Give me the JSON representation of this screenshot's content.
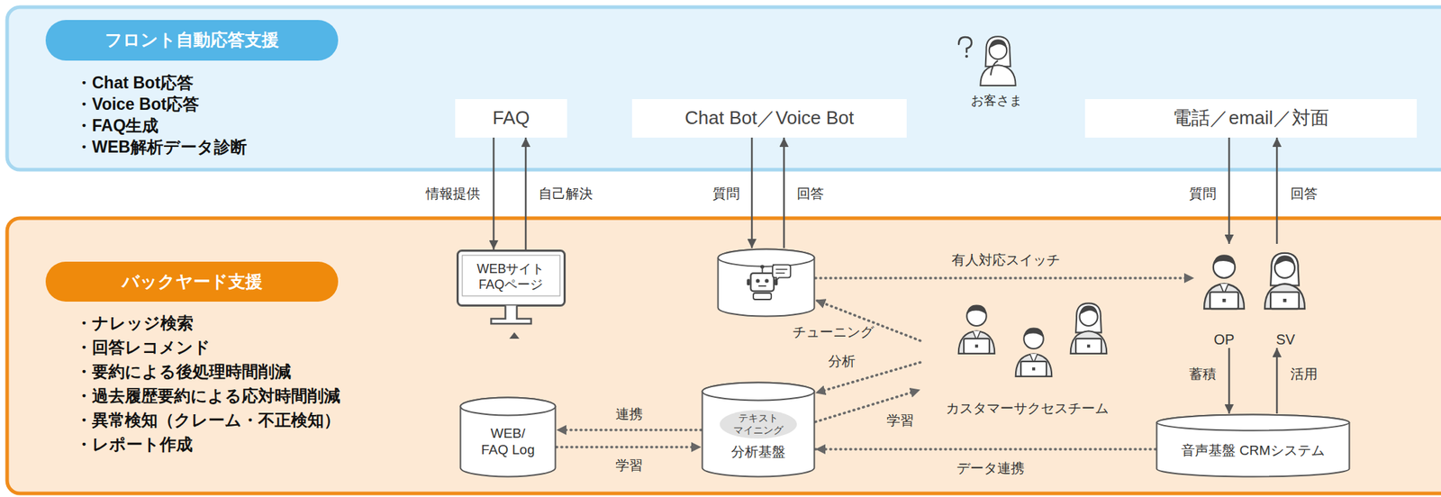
{
  "diagram": {
    "nodes": [
      {
        "text": [
          "・Chat Bot応答",
          "・Voice Bot応答",
          "・FAQ生成",
          "・WEB解析データ診断"
        ]
      },
      {
        "text": [
          "フロント自動応答支援"
        ],
        "in": 0
      },
      {
        "text": [
          "FAQ"
        ],
        "in": 0
      },
      {
        "text": [
          "Chat Bot／Voice Bot"
        ],
        "in": 0
      },
      {
        "text": [
          "電話／email／対面"
        ],
        "in": 0
      },
      {
        "text": [
          "・ナレッジ検索",
          "・回答レコメンド",
          "・要約による後処理時間削減",
          "・過去履歴要約による応対時間削減",
          "・異常検知（クレーム・不正検知）",
          "・レポート作成"
        ]
      },
      {
        "text": [
          "バックヤード支援"
        ],
        "in": 5
      },
      {
        "text": [
          "WEBサイト FAQページ"
        ],
        "in": 5
      },
      {
        "text": [],
        "in": 5
      },
      {
        "text": [
          "OP"
        ],
        "in": 5
      },
      {
        "text": [
          "SV"
        ],
        "in": 5
      },
      {
        "text": [
          "カスタマーサクセスチーム"
        ],
        "in": 5
      },
      {
        "text": [
          "WEB/ FAQ Log"
        ],
        "in": 5
      },
      {
        "text": [
          "テキスト マイニング",
          "分析基盤"
        ],
        "in": 5
      },
      {
        "text": [
          "音声基盤 CRMシステム"
        ],
        "in": 5
      }
    ],
    "edges": [
      {
        "from": 2,
        "to": 7,
        "label": "情報提供",
        "arrow": "to"
      },
      {
        "from": 7,
        "to": 2,
        "label": "自己解決",
        "arrow": "to"
      },
      {
        "from": 3,
        "to": 8,
        "label": "質問",
        "arrow": "to"
      },
      {
        "from": 8,
        "to": 3,
        "label": "回答",
        "arrow": "to"
      },
      {
        "from": 4,
        "to": 9,
        "label": "質問",
        "arrow": "to"
      },
      {
        "from": 10,
        "to": 4,
        "label": "回答",
        "arrow": "to"
      },
      {
        "from": 8,
        "to": 9,
        "label": "有人対応スイッチ",
        "arrow": "to"
      },
      {
        "from": 11,
        "to": 8,
        "label": "チューニング",
        "arrow": "to"
      },
      {
        "from": 11,
        "to": 13,
        "label": "分析",
        "arrow": "to"
      },
      {
        "from": 13,
        "to": 11,
        "label": "学習",
        "arrow": "to"
      },
      {
        "from": 9,
        "to": 14,
        "label": "蓄積",
        "arrow": "to"
      },
      {
        "from": 14,
        "to": 10,
        "label": "活用",
        "arrow": "to"
      },
      {
        "from": 14,
        "to": 13,
        "label": "データ連携",
        "arrow": "to"
      },
      {
        "from": 13,
        "to": 12,
        "label": "連携",
        "arrow": "to"
      },
      {
        "from": 12,
        "to": 13,
        "label": "学習",
        "arrow": "to"
      }
    ],
    "labels": [
      "お客さま"
    ]
  }
}
